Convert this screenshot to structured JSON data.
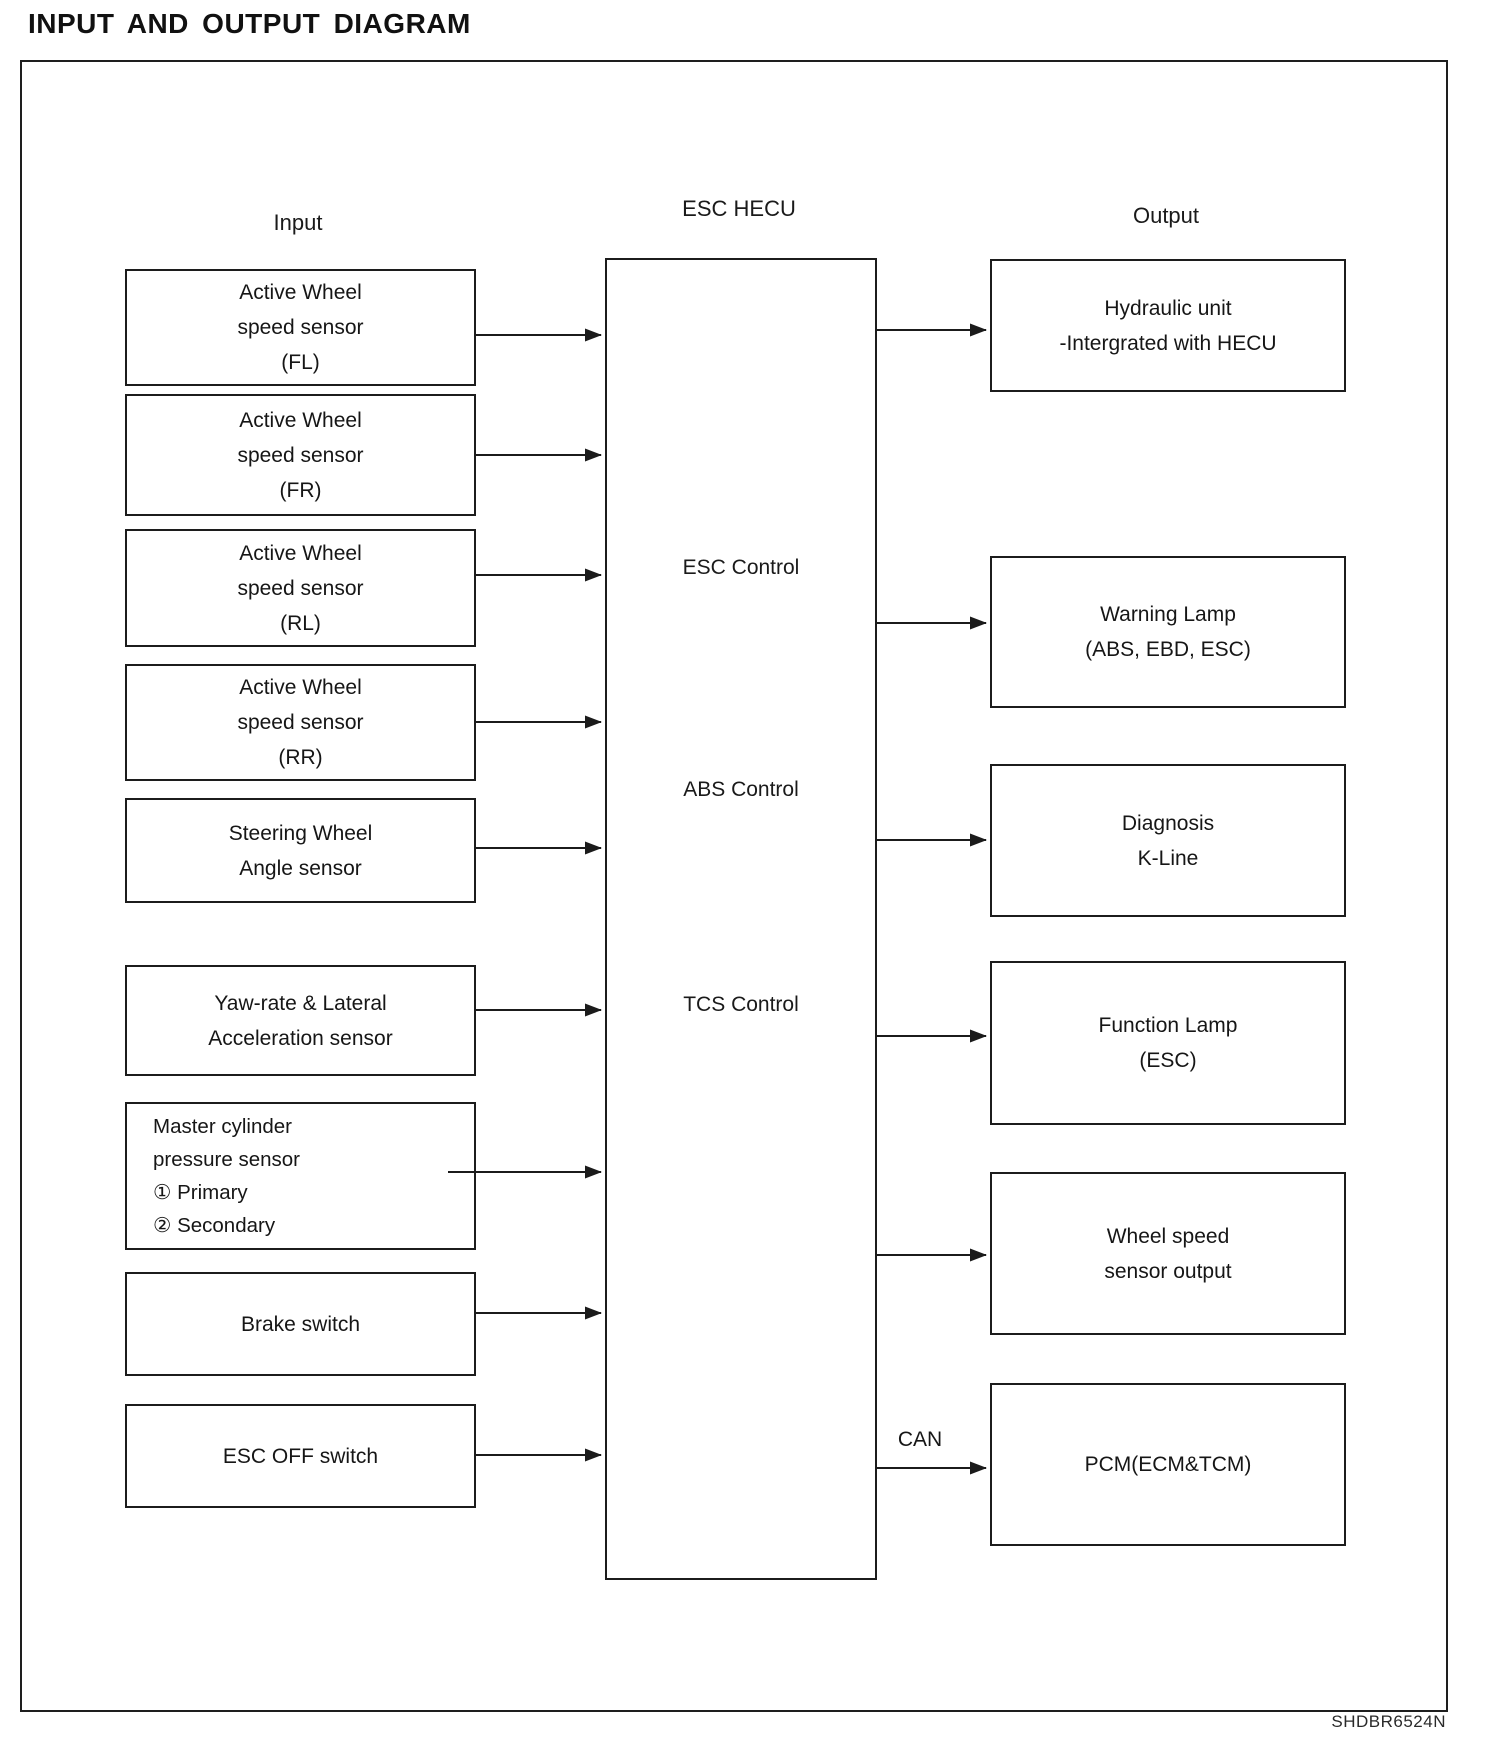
{
  "title": "INPUT AND OUTPUT DIAGRAM",
  "figure_code": "SHDBR6524N",
  "columns": {
    "input_label": "Input",
    "center_label": "ESC HECU",
    "output_label": "Output"
  },
  "inputs": [
    {
      "id": "wheel-speed-fl",
      "text": "Active Wheel\nspeed sensor\n(FL)"
    },
    {
      "id": "wheel-speed-fr",
      "text": "Active Wheel\nspeed sensor\n(FR)"
    },
    {
      "id": "wheel-speed-rl",
      "text": "Active Wheel\nspeed sensor\n(RL)"
    },
    {
      "id": "wheel-speed-rr",
      "text": "Active Wheel\nspeed sensor\n(RR)"
    },
    {
      "id": "steering-angle",
      "text": "Steering Wheel\nAngle sensor"
    },
    {
      "id": "yaw-rate",
      "text": "Yaw-rate & Lateral\nAcceleration sensor"
    },
    {
      "id": "master-cylinder",
      "text": "Master cylinder\npressure sensor\n① Primary\n② Secondary"
    },
    {
      "id": "brake-switch",
      "text": "Brake switch"
    },
    {
      "id": "esc-off-switch",
      "text": "ESC OFF switch"
    }
  ],
  "hecu": {
    "label": "ESC HECU",
    "functions": [
      "ESC Control",
      "ABS Control",
      "TCS Control"
    ]
  },
  "outputs": [
    {
      "id": "hydraulic-unit",
      "text": "Hydraulic unit\n-Intergrated with HECU"
    },
    {
      "id": "warning-lamp",
      "text": "Warning Lamp\n(ABS, EBD, ESC)"
    },
    {
      "id": "diagnosis",
      "text": "Diagnosis\nK-Line"
    },
    {
      "id": "function-lamp",
      "text": "Function Lamp\n(ESC)"
    },
    {
      "id": "wheel-speed-output",
      "text": "Wheel speed\nsensor output"
    },
    {
      "id": "pcm",
      "text": "PCM(ECM&TCM)"
    }
  ],
  "connections": {
    "can_bus_label": "CAN"
  },
  "colors": {
    "ink": "#1c1c1c",
    "paper": "#ffffff"
  }
}
